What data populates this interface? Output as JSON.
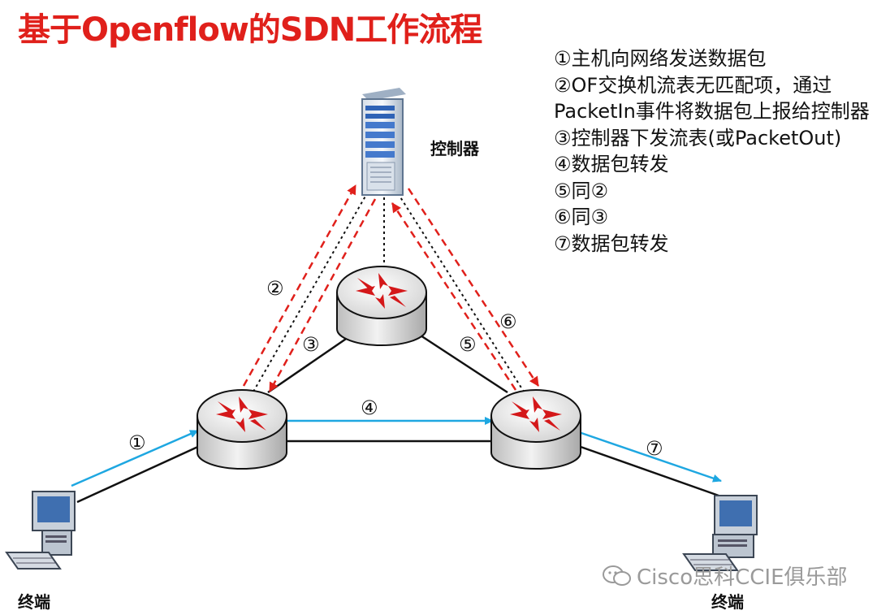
{
  "title": "基于Openflow的SDN工作流程",
  "steps": [
    "①主机向网络发送数据包",
    "②OF交换机流表无匹配项，通过PacketIn事件将数据包上报给控制器",
    "③控制器下发流表(或PacketOut)",
    "④数据包转发",
    "⑤同②",
    "⑥同③",
    "⑦数据包转发"
  ],
  "nodes": {
    "controller": "控制器",
    "host_left": "终端",
    "host_right": "终端"
  },
  "arrow_labels": {
    "a1": "①",
    "a2": "②",
    "a3": "③",
    "a4": "④",
    "a5": "⑤",
    "a6": "⑥",
    "a7": "⑦"
  },
  "watermark": "Cisco思科CCIE俱乐部",
  "colors": {
    "title": "#e0201b",
    "data_flow": "#1ea7e1",
    "control_flow": "#e0201b",
    "link": "#111111"
  }
}
